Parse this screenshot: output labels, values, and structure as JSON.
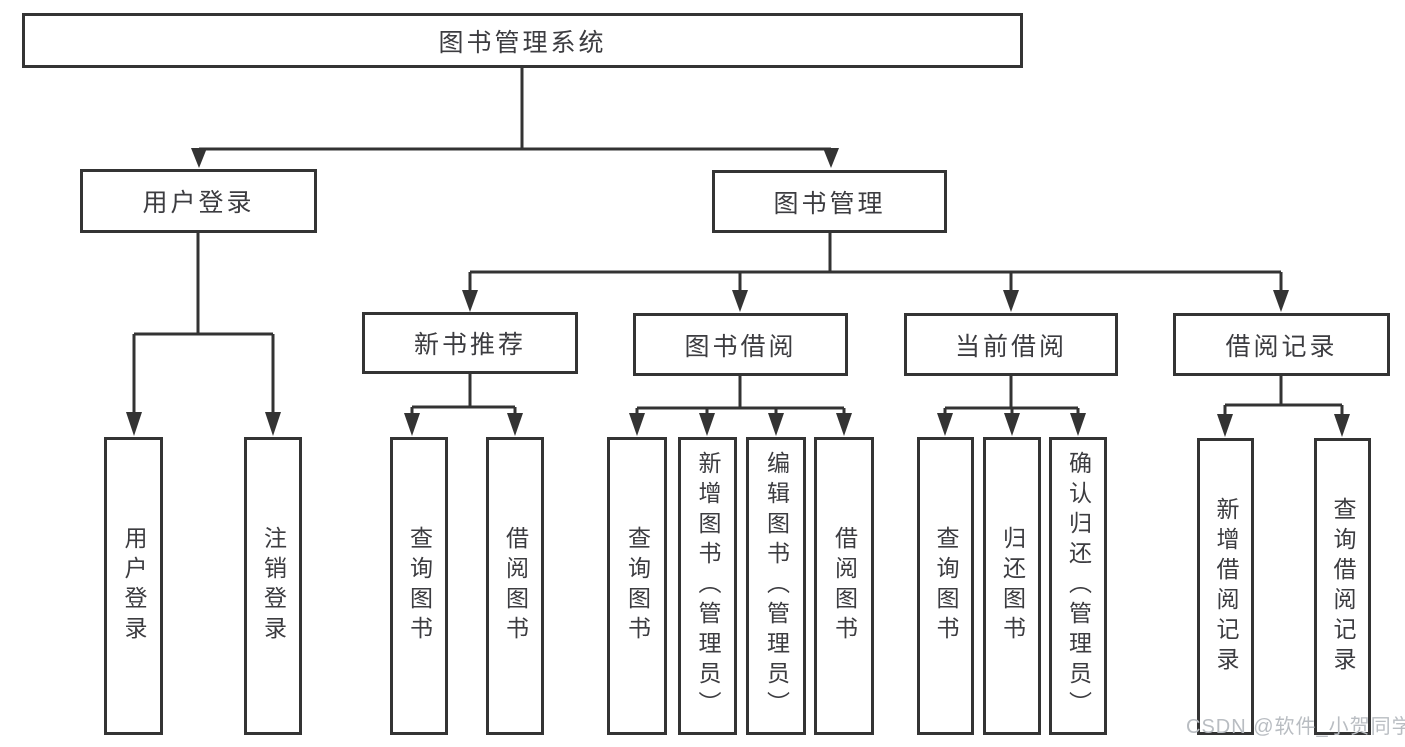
{
  "tree": {
    "root": {
      "label": "图书管理系统",
      "children": [
        {
          "label": "用户登录",
          "children": [
            {
              "label": "用户登录"
            },
            {
              "label": "注销登录"
            }
          ]
        },
        {
          "label": "图书管理",
          "children": [
            {
              "label": "新书推荐",
              "children": [
                {
                  "label": "查询图书"
                },
                {
                  "label": "借阅图书"
                }
              ]
            },
            {
              "label": "图书借阅",
              "children": [
                {
                  "label": "查询图书"
                },
                {
                  "label": "新增图书（管理员）"
                },
                {
                  "label": "编辑图书（管理员）"
                },
                {
                  "label": "借阅图书"
                }
              ]
            },
            {
              "label": "当前借阅",
              "children": [
                {
                  "label": "查询图书"
                },
                {
                  "label": "归还图书"
                },
                {
                  "label": "确认归还（管理员）"
                }
              ]
            },
            {
              "label": "借阅记录",
              "children": [
                {
                  "label": "新增借阅记录"
                },
                {
                  "label": "查询借阅记录"
                }
              ]
            }
          ]
        }
      ]
    }
  },
  "watermark": {
    "text": "CSDN @软件_小贺同学"
  },
  "colors": {
    "line": "#333333",
    "box_border": "#343434",
    "text": "#3c3c40",
    "background": "#ffffff",
    "watermark": "#b9bdc2"
  }
}
